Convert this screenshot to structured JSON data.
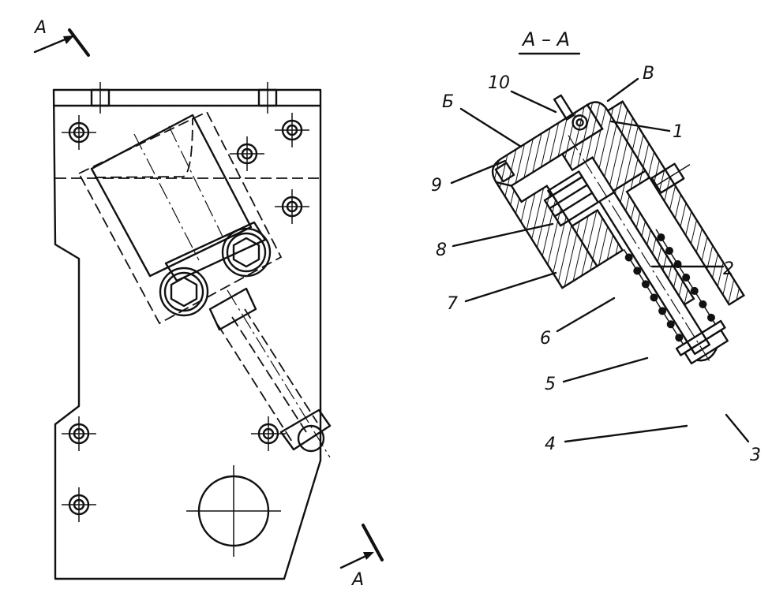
{
  "section_title": "А – А",
  "view_marks": {
    "top": "А",
    "bottom": "А"
  },
  "callouts": [
    {
      "id": "B",
      "text": "В"
    },
    {
      "id": "10",
      "text": "10"
    },
    {
      "id": "BE",
      "text": "Б"
    },
    {
      "id": "1",
      "text": "1"
    },
    {
      "id": "9",
      "text": "9"
    },
    {
      "id": "8",
      "text": "8"
    },
    {
      "id": "2",
      "text": "2"
    },
    {
      "id": "7",
      "text": "7"
    },
    {
      "id": "6",
      "text": "6"
    },
    {
      "id": "5",
      "text": "5"
    },
    {
      "id": "4",
      "text": "4"
    },
    {
      "id": "3",
      "text": "3"
    }
  ]
}
